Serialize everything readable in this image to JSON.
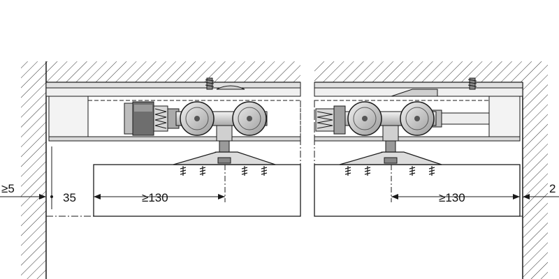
{
  "diagram": {
    "dimensions": {
      "left_clearance": "≥5",
      "left_offset": "35",
      "left_spacing": "≥130",
      "right_spacing": "≥130",
      "right_clearance": "2"
    },
    "colors": {
      "line": "#1a1a1a",
      "metal_light": "#e6e6e6",
      "metal_mid": "#b8b8b8",
      "metal_dark": "#7a7a7a",
      "hatch": "#333333"
    }
  }
}
